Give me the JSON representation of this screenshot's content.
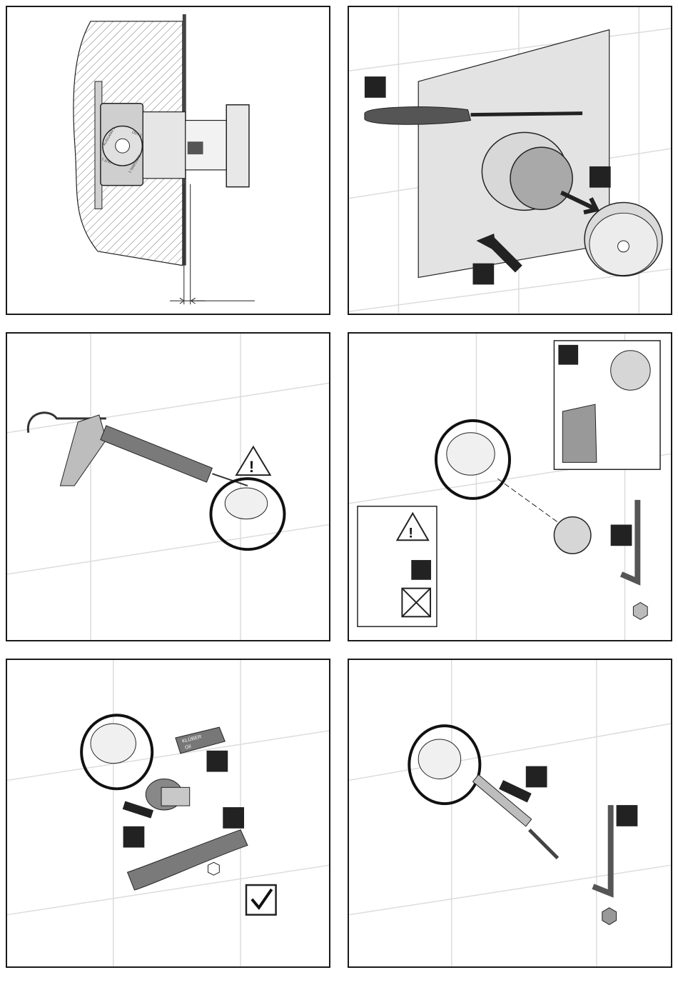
{
  "document": {
    "type": "installation-instructions",
    "panels": [
      {
        "id": "p1",
        "content": "wall-section-with-valve-body",
        "valve_labels": [
          "AUSGANG 1",
          "OUT 1",
          "AUSGANG 1",
          "OUT 1"
        ]
      },
      {
        "id": "p2",
        "content": "remove-protective-cap-with-saw"
      },
      {
        "id": "p3",
        "content": "apply-silicone-sealant",
        "icons": [
          "warning-triangle"
        ]
      },
      {
        "id": "p4",
        "content": "remove-plug-with-hex-key",
        "icons": [
          "warning-triangle",
          "no-flushing-symbol",
          "waste-bin"
        ]
      },
      {
        "id": "p5",
        "content": "insert-cartridge-with-grease",
        "grease_labels": [
          "KLÜBER",
          "Oil"
        ],
        "icons": [
          "checkmark",
          "hex-nut"
        ]
      },
      {
        "id": "p6",
        "content": "insert-extension-and-screw",
        "icons": [
          "hex-nut"
        ]
      }
    ]
  },
  "colors": {
    "line": "#1a1a1a",
    "gray_dark": "#6e6e6e",
    "gray_mid": "#9a9a9a",
    "gray_light": "#d6d6d6",
    "wall_fill": "#e4e4e4",
    "tile_line": "#dcdcdc"
  }
}
